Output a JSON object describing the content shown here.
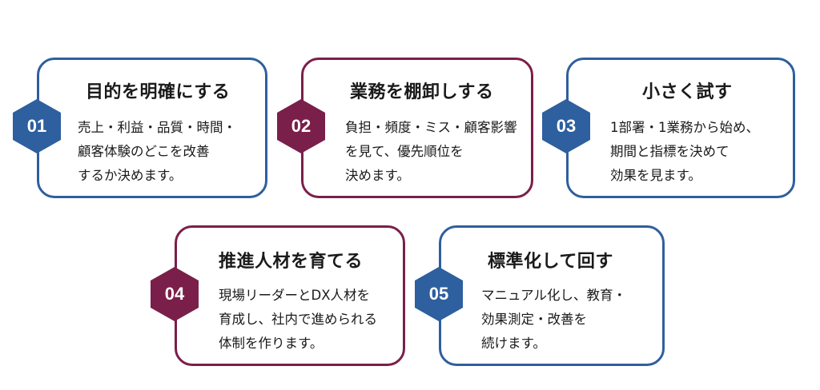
{
  "colors": {
    "blue": "#2e5f9e",
    "purple": "#7a1f4a"
  },
  "steps": [
    {
      "number": "01",
      "title": "目的を明確にする",
      "body": "売上・利益・品質・時間・\n顧客体験のどこを改善\nするか決めます。",
      "color": "blue"
    },
    {
      "number": "02",
      "title": "業務を棚卸しする",
      "body": "負担・頻度・ミス・顧客影響\nを見て、優先順位を\n決めます。",
      "color": "purple"
    },
    {
      "number": "03",
      "title": "小さく試す",
      "body": "1部署・1業務から始め、\n期間と指標を決めて\n効果を見ます。",
      "color": "blue"
    },
    {
      "number": "04",
      "title": "推進人材を育てる",
      "body": "現場リーダーとDX人材を\n育成し、社内で進められる\n体制を作ります。",
      "color": "purple"
    },
    {
      "number": "05",
      "title": "標準化して回す",
      "body": "マニュアル化し、教育・\n効果測定・改善を\n続けます。",
      "color": "blue"
    }
  ]
}
